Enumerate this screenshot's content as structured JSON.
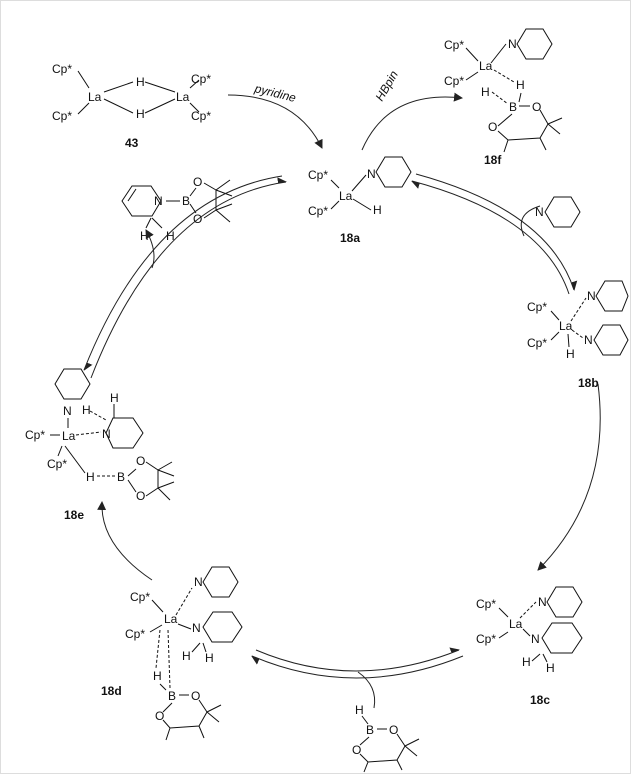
{
  "scheme": {
    "reagents": {
      "pyridine": "pyridine",
      "hbpin": "HBpin"
    },
    "labels": {
      "dimer": "43",
      "c18a": "18a",
      "c18b": "18b",
      "c18c": "18c",
      "c18d": "18d",
      "c18e": "18e",
      "c18f": "18f"
    },
    "atoms": {
      "cp": "Cp*",
      "la": "La",
      "h": "H",
      "n": "N",
      "b": "B",
      "o": "O"
    }
  }
}
